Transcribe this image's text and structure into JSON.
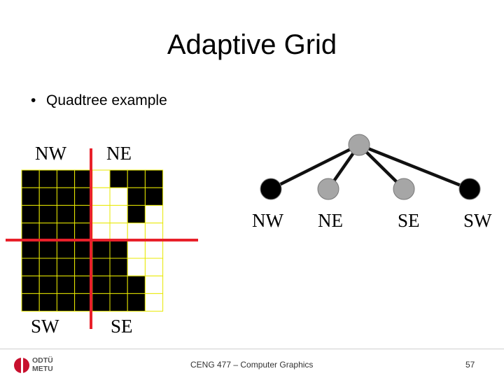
{
  "slide": {
    "title": "Adaptive Grid",
    "bullet": "Quadtree example"
  },
  "grid": {
    "labels": {
      "nw": "NW",
      "ne": "NE",
      "sw": "SW",
      "se": "SE"
    },
    "rows": [
      [
        1,
        1,
        1,
        1,
        0,
        1,
        1,
        1
      ],
      [
        1,
        1,
        1,
        1,
        0,
        0,
        1,
        1
      ],
      [
        1,
        1,
        1,
        1,
        0,
        0,
        1,
        0
      ],
      [
        1,
        1,
        1,
        1,
        0,
        0,
        0,
        0
      ],
      [
        1,
        1,
        1,
        1,
        1,
        1,
        0,
        0
      ],
      [
        1,
        1,
        1,
        1,
        1,
        1,
        0,
        0
      ],
      [
        1,
        1,
        1,
        1,
        1,
        1,
        1,
        0
      ],
      [
        1,
        1,
        1,
        1,
        1,
        1,
        1,
        0
      ]
    ],
    "colors": {
      "fill": "#000000",
      "cell_border": "#e8e800",
      "divider": "#e8202a"
    }
  },
  "tree": {
    "root": {
      "color": "#a6a6a6"
    },
    "children": [
      {
        "label": "NW",
        "color": "#000000"
      },
      {
        "label": "NE",
        "color": "#a6a6a6"
      },
      {
        "label": "SE",
        "color": "#a6a6a6"
      },
      {
        "label": "SW",
        "color": "#000000"
      }
    ]
  },
  "footer": {
    "course": "CENG 477 – Computer Graphics",
    "page": "57",
    "logo_line1": "ODTÜ",
    "logo_line2": "METU"
  }
}
